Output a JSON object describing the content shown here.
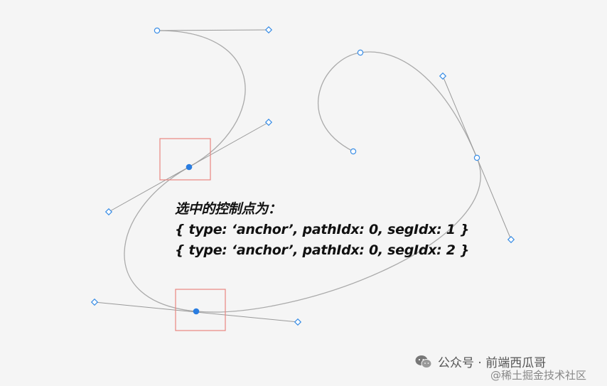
{
  "caption": {
    "title": "选中的控制点为：",
    "line1": "{ type: ‘anchor’, pathIdx: 0, segIdx: 1 }",
    "line2": "{ type: ‘anchor’, pathIdx: 0, segIdx: 2 }"
  },
  "watermark": {
    "account": "公众号 · 前端西瓜哥",
    "site": "@稀土掘金技术社区"
  },
  "colors": {
    "curve": "#aaaaaa",
    "handle": "#999999",
    "point": "#3a8ee6",
    "selected_fill": "#2a7de1",
    "selection_box": "#e88580",
    "background": "#f5f5f5"
  },
  "icons": {
    "watermark_logo": "wechat-icon"
  }
}
